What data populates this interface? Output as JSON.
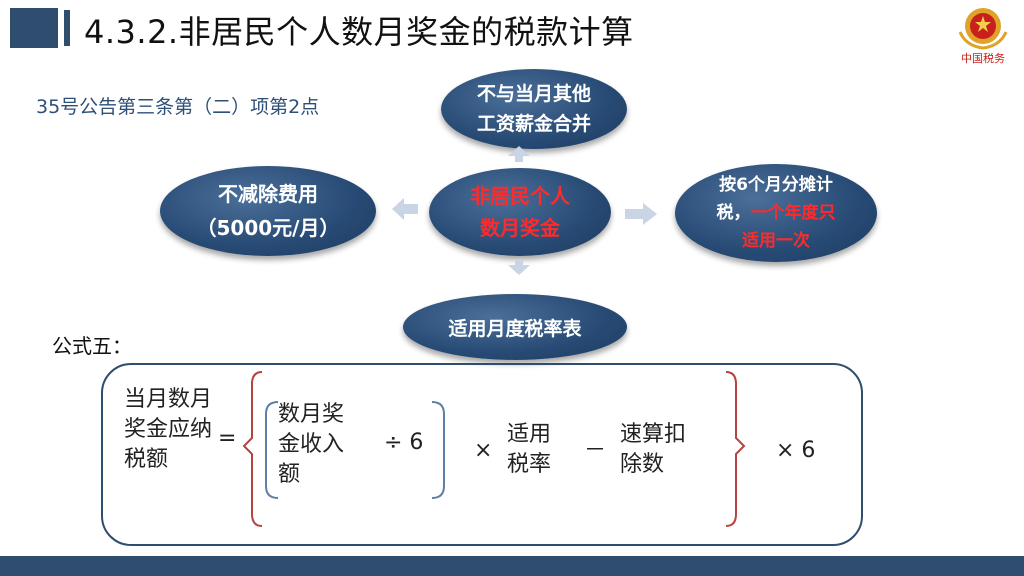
{
  "header": {
    "title": "4.3.2.非居民个人数月奖金的税款计算",
    "logo_text": "中国税务"
  },
  "subtitle": "35号公告第三条第（二）项第2点",
  "diagram": {
    "center": {
      "line1": "非居民个人",
      "line2": "数月奖金"
    },
    "top": {
      "line1": "不与当月其他",
      "line2": "工资薪金合并"
    },
    "left": {
      "line1": "不减除费用",
      "line2": "（5000元/月）"
    },
    "right": {
      "line1": "按6个月分摊计",
      "line2a": "税，",
      "line2b": "一个年度只",
      "line3": "适用一次"
    },
    "bottom": {
      "line1": "适用月度税率表"
    }
  },
  "formula": {
    "label": "公式五：",
    "lhs": "当月数月奖金应纳税额",
    "equals": "=",
    "income": "数月奖金收入额",
    "divide": "÷ 6",
    "times1": "×",
    "rate": "适用税率",
    "minus": "－",
    "deduction": "速算扣除数",
    "times2": "×   6"
  },
  "colors": {
    "navy": "#2f4d6e",
    "ellipse": "#274a74",
    "highlight_red": "#ff2a2a",
    "bracket_red": "#b3443f",
    "bracket_blue": "#5d7fa6"
  }
}
